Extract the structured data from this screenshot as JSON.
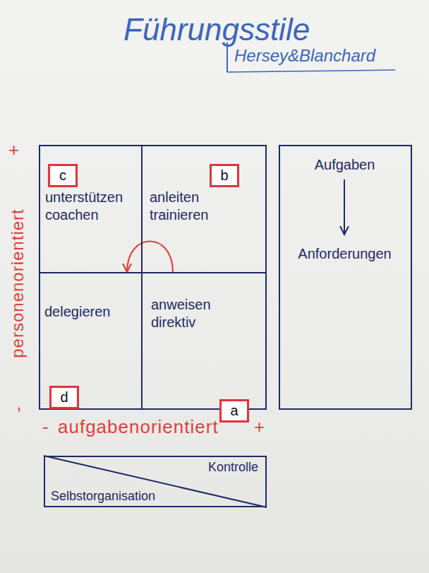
{
  "diagram": {
    "title": "Führungsstile",
    "nodes": [
      {
        "text": [
          "unterstützen coachen"
        ]
      },
      {
        "text": [
          "anleiten trainieren"
        ]
      },
      {
        "text": [
          "Aufgaben",
          "Anforderungen"
        ]
      },
      {
        "text": [
          "delegieren"
        ]
      },
      {
        "text": [
          "anweisen direktiv"
        ]
      },
      {
        "text": [
          "Kontrolle",
          "Selbstorganisation"
        ]
      }
    ],
    "edges": [
      {
        "from": 4,
        "to": 3,
        "arrow": "to"
      }
    ],
    "labels": [
      "Hersey&Blanchard",
      "+",
      "c",
      "b",
      "personenorientiert",
      "d",
      "-",
      "a",
      "-",
      "aufgabenorientiert",
      "+"
    ]
  }
}
